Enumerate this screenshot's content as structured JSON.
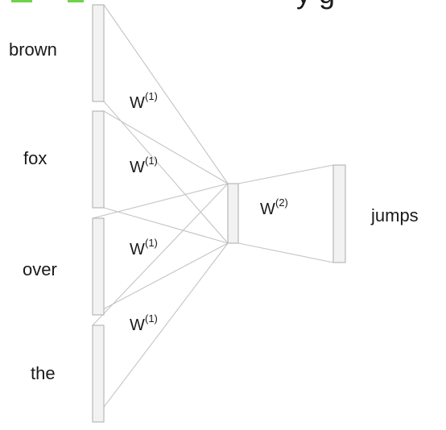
{
  "banner": {
    "partial_text": "y g"
  },
  "inputs": [
    {
      "word": "brown"
    },
    {
      "word": "fox"
    },
    {
      "word": "over"
    },
    {
      "word": "the"
    }
  ],
  "hidden_weights": [
    {
      "base": "W",
      "sup": "(1)"
    },
    {
      "base": "W",
      "sup": "(1)"
    },
    {
      "base": "W",
      "sup": "(1)"
    },
    {
      "base": "W",
      "sup": "(1)"
    }
  ],
  "output_weight": {
    "base": "W",
    "sup": "(2)"
  },
  "output": {
    "word": "jumps"
  },
  "colors": {
    "accent": "#6fd34a",
    "vector_fill": "#f2f2f2",
    "vector_stroke": "#b8b8b8",
    "connection": "#c4c4c4",
    "text": "#1a1a1a"
  }
}
